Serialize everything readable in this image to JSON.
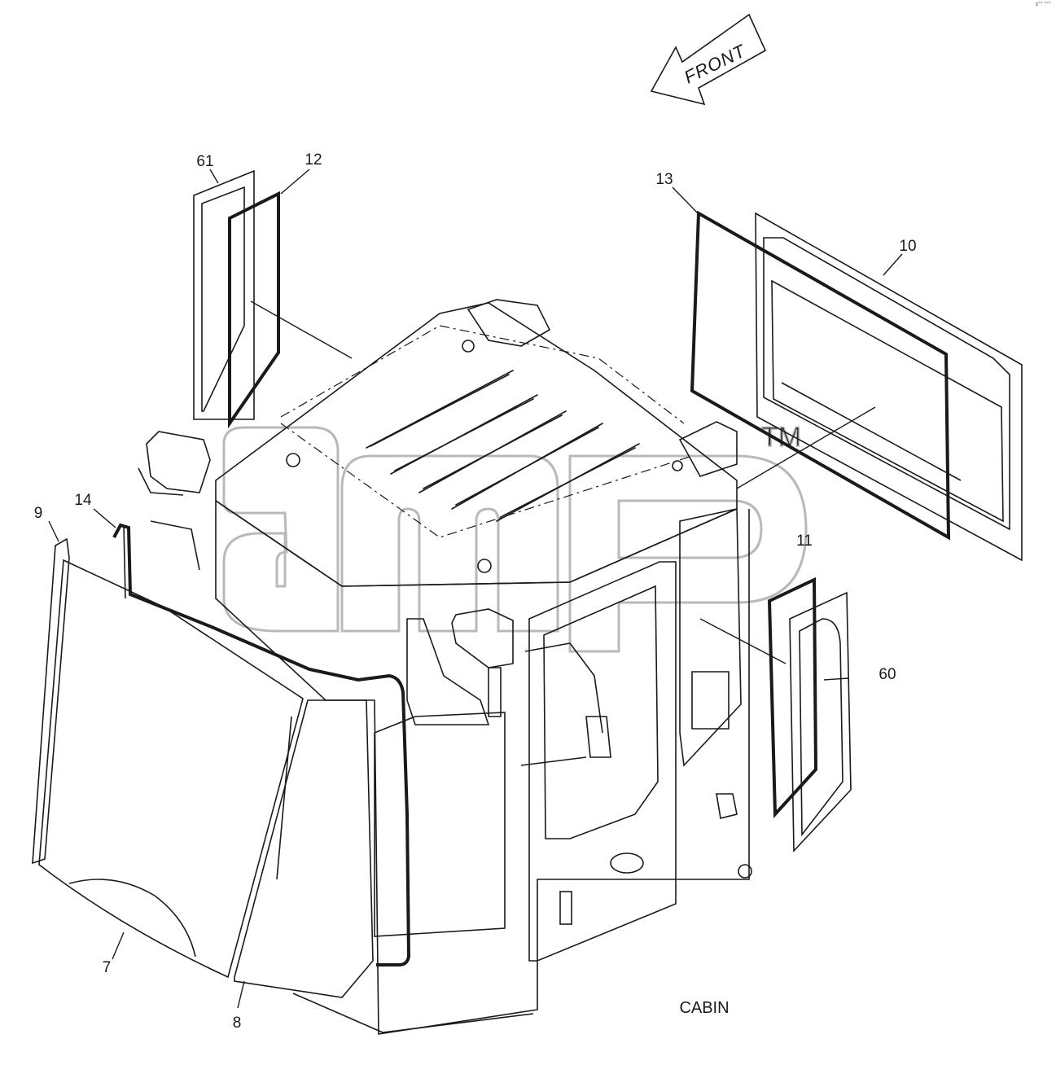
{
  "diagram": {
    "caption": "CABIN",
    "direction_label": "FRONT",
    "corner_mark": "s°° °°°",
    "watermark": "amp™",
    "callouts": {
      "c61": "61",
      "c12": "12",
      "c13": "13",
      "c10": "10",
      "c14": "14",
      "c9": "9",
      "c11": "11",
      "c60": "60",
      "c7": "7",
      "c8": "8"
    }
  }
}
